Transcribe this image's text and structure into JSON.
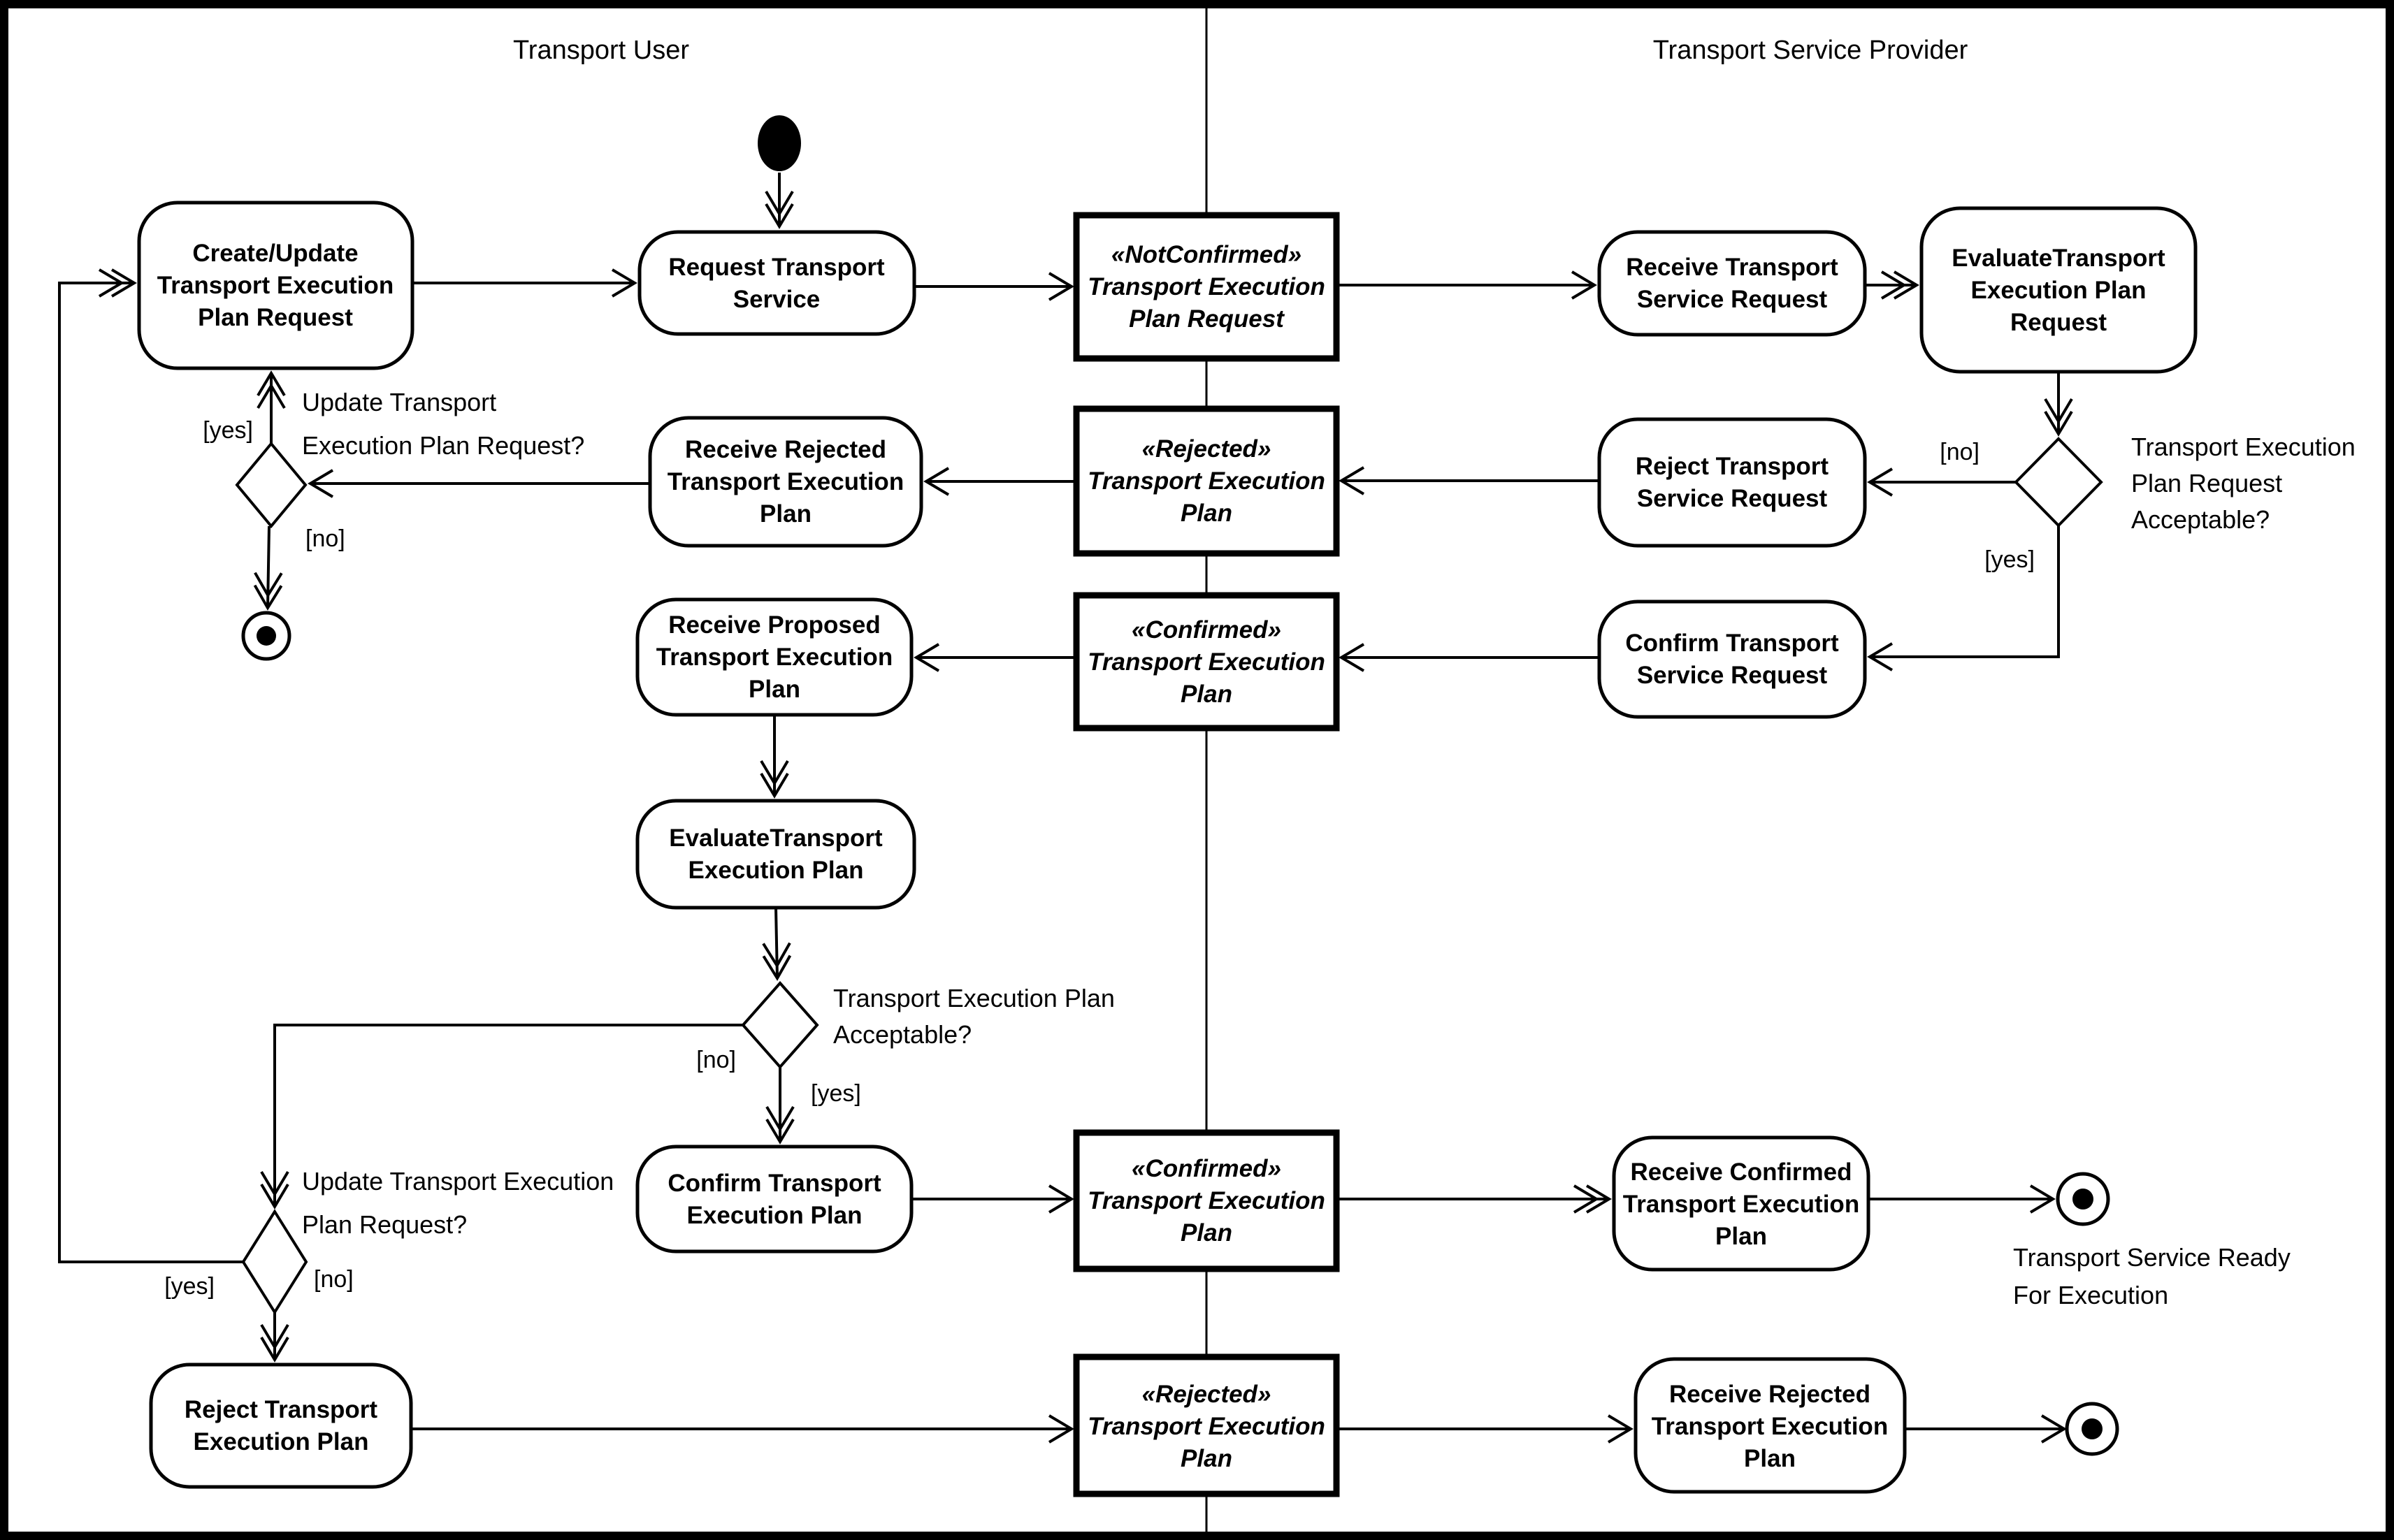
{
  "diagram": {
    "title_hint": "UML activity diagram - transport execution plan negotiation",
    "colors": {
      "ink": "#000000",
      "background": "#ffffff"
    },
    "lanes": {
      "left": "Transport User",
      "right": "Transport Service Provider"
    },
    "nodes": {
      "create_update": {
        "lines": [
          "Create/Update",
          "Transport Execution",
          "Plan Request"
        ]
      },
      "request_service": {
        "lines": [
          "Request Transport",
          "Service"
        ]
      },
      "notconfirmed_tepr": {
        "lines": [
          "«NotConfirmed»",
          "Transport Execution",
          "Plan Request"
        ]
      },
      "receive_tsr": {
        "lines": [
          "Receive Transport",
          "Service Request"
        ]
      },
      "evaluate_tepr": {
        "lines": [
          "EvaluateTransport",
          "Execution Plan",
          "Request"
        ]
      },
      "receive_rejected_upper": {
        "lines": [
          "Receive Rejected",
          "Transport Execution",
          "Plan"
        ]
      },
      "rejected_tep_upper": {
        "lines": [
          "«Rejected»",
          "Transport Execution",
          "Plan"
        ]
      },
      "reject_tsr": {
        "lines": [
          "Reject Transport",
          "Service Request"
        ]
      },
      "receive_proposed": {
        "lines": [
          "Receive Proposed",
          "Transport Execution",
          "Plan"
        ]
      },
      "confirmed_tep_upper": {
        "lines": [
          "«Confirmed»",
          "Transport Execution",
          "Plan"
        ]
      },
      "confirm_tsr": {
        "lines": [
          "Confirm Transport",
          "Service Request"
        ]
      },
      "evaluate_tep": {
        "lines": [
          "EvaluateTransport",
          "Execution Plan"
        ]
      },
      "confirm_tep": {
        "lines": [
          "Confirm Transport",
          "Execution Plan"
        ]
      },
      "confirmed_tep_lower": {
        "lines": [
          "«Confirmed»",
          "Transport Execution",
          "Plan"
        ]
      },
      "receive_confirmed": {
        "lines": [
          "Receive Confirmed",
          "Transport Execution",
          "Plan"
        ]
      },
      "reject_tep": {
        "lines": [
          "Reject Transport",
          "Execution Plan"
        ]
      },
      "rejected_tep_lower": {
        "lines": [
          "«Rejected»",
          "Transport Execution",
          "Plan"
        ]
      },
      "receive_rejected_lower": {
        "lines": [
          "Receive Rejected",
          "Transport Execution",
          "Plan"
        ]
      }
    },
    "guards": {
      "yes": "[yes]",
      "no": "[no]"
    },
    "questions": {
      "update_tepr_upper": [
        "Update Transport",
        "Execution Plan Request?"
      ],
      "tepr_acceptable": [
        "Transport Execution",
        "Plan Request",
        "Acceptable?"
      ],
      "tep_acceptable": [
        "Transport Execution Plan",
        "Acceptable?"
      ],
      "update_tepr_lower": [
        "Update Transport Execution",
        "Plan Request?"
      ]
    },
    "annotations": {
      "ready": [
        "Transport Service Ready",
        "For Execution"
      ]
    }
  }
}
